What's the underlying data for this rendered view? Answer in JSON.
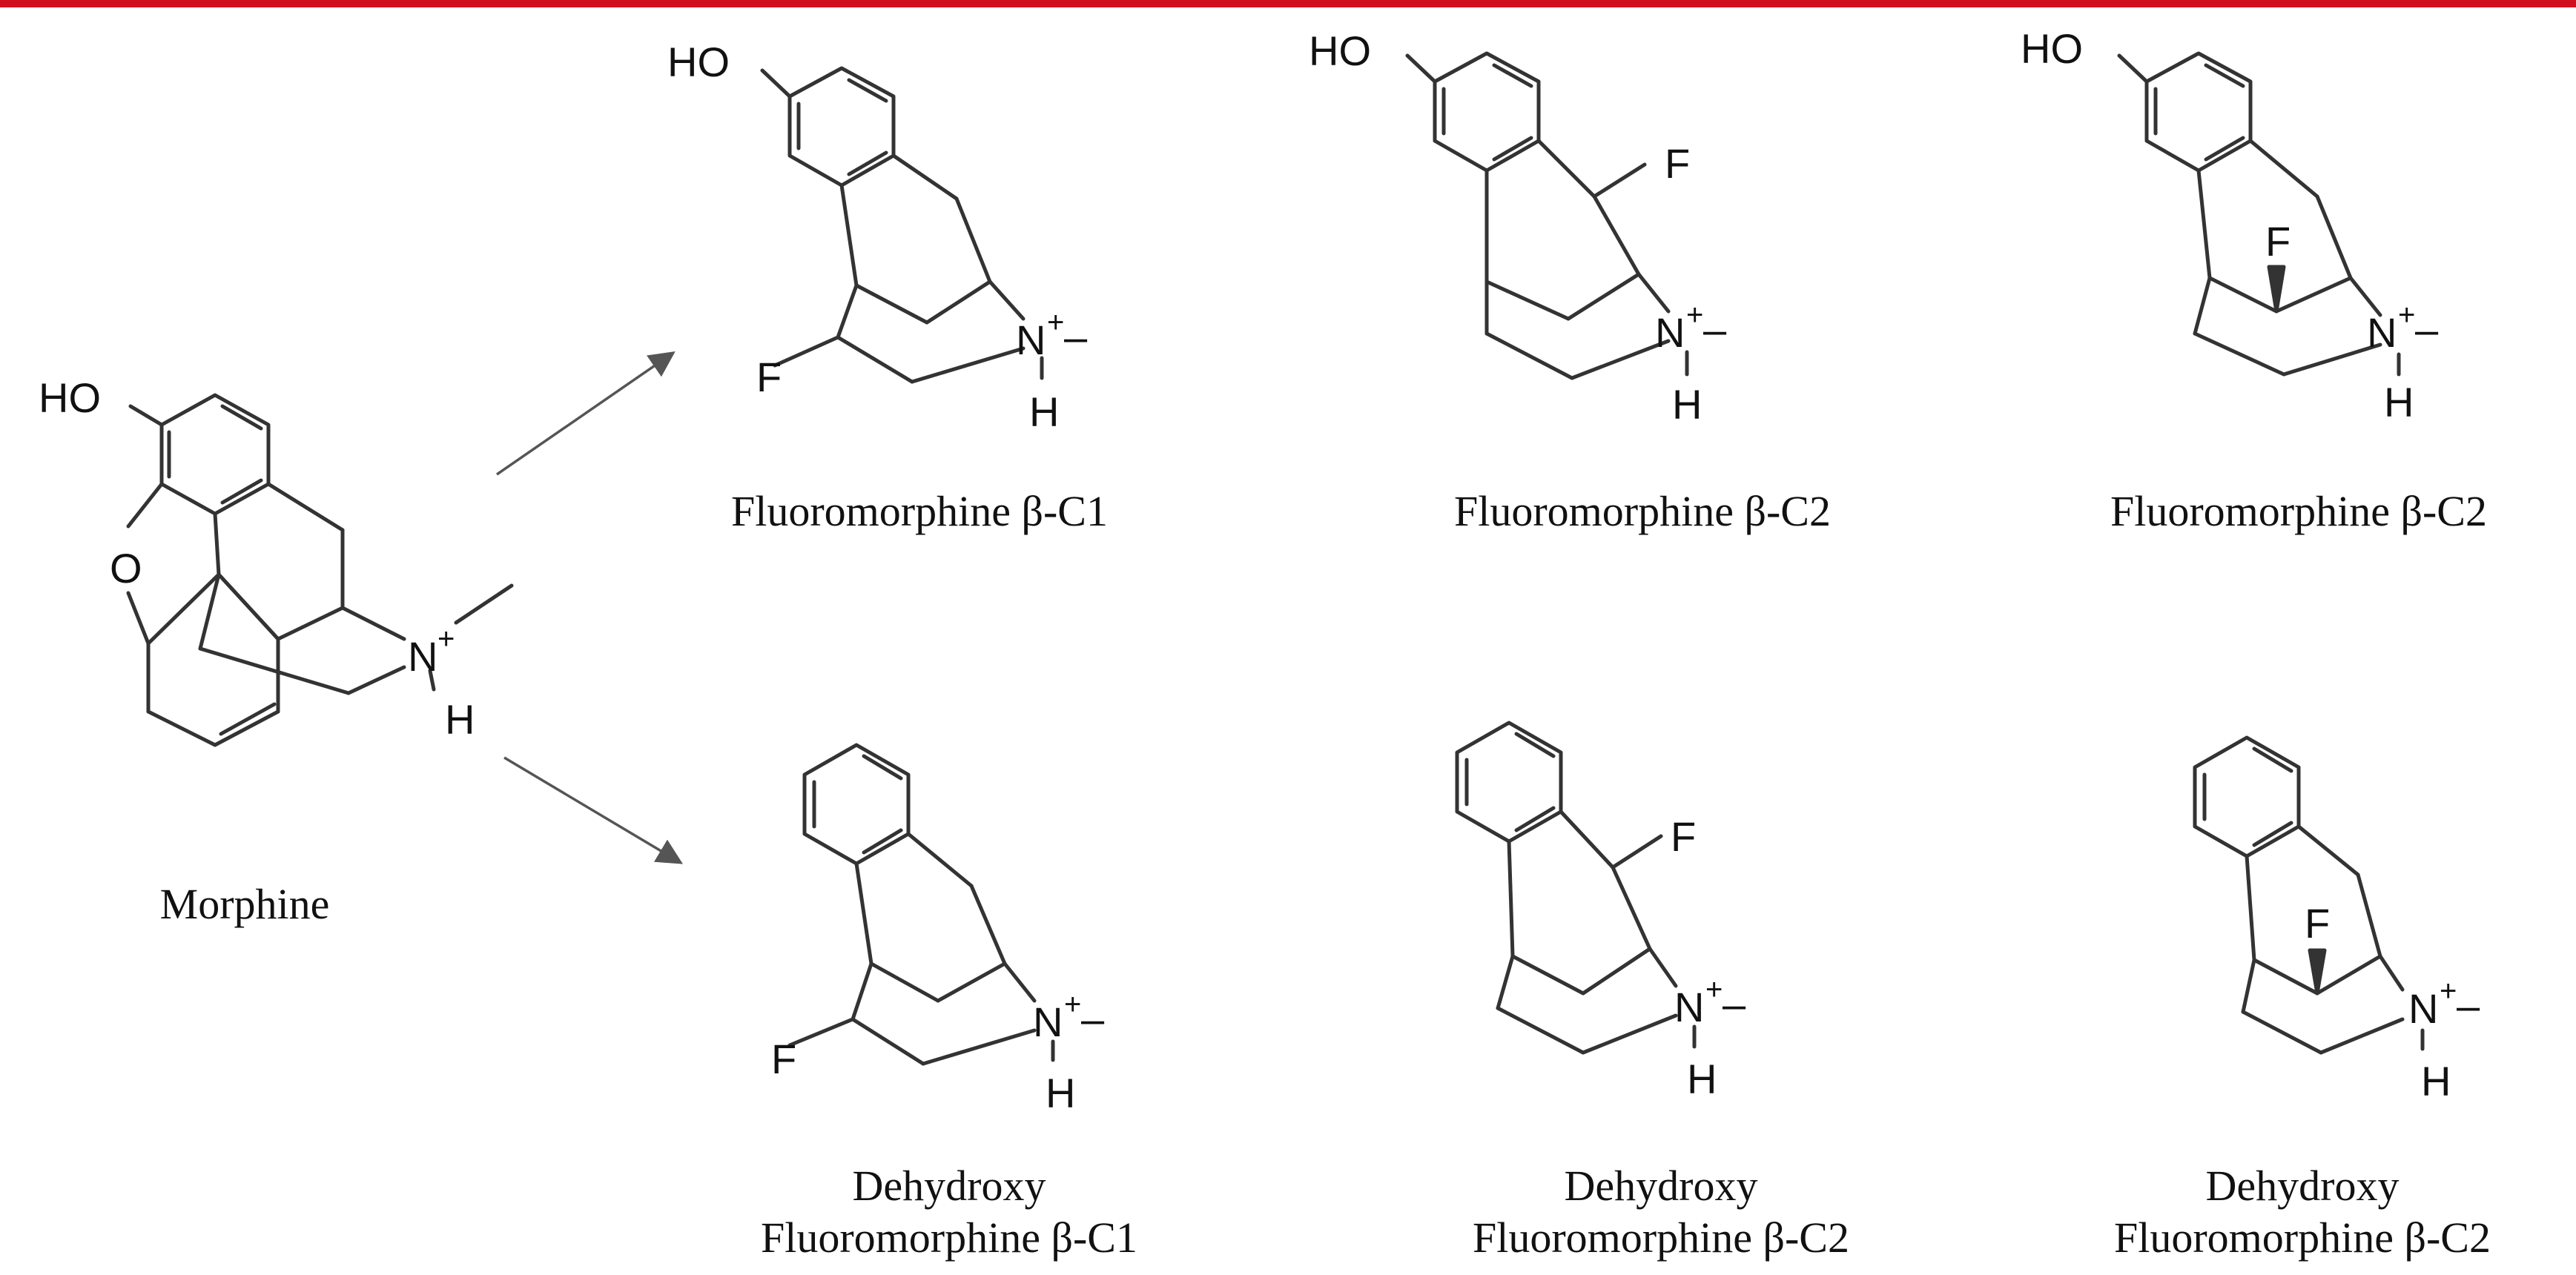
{
  "colors": {
    "top_bar": "#d0101e",
    "bond": "#333333",
    "arrow": "#555555"
  },
  "diagram": {
    "source": {
      "name": "Morphine"
    },
    "products": [
      {
        "id": "top-1",
        "label": "Fluoromorphine β-C1"
      },
      {
        "id": "top-2",
        "label": "Fluoromorphine β-C2"
      },
      {
        "id": "top-3",
        "label": "Fluoromorphine β-C2"
      },
      {
        "id": "bottom-1",
        "line1": "Dehydroxy",
        "line2": "Fluoromorphine β-C1"
      },
      {
        "id": "bottom-2",
        "line1": "Dehydroxy",
        "line2": "Fluoromorphine β-C2"
      },
      {
        "id": "bottom-3",
        "line1": "Dehydroxy",
        "line2": "Fluoromorphine β-C2"
      }
    ],
    "atoms": {
      "hydroxyl": "HO",
      "oxygen": "O",
      "fluorine": "F",
      "nitrogen": "N",
      "plus": "+",
      "hydrogen": "H",
      "methyl_dash": "–"
    }
  }
}
